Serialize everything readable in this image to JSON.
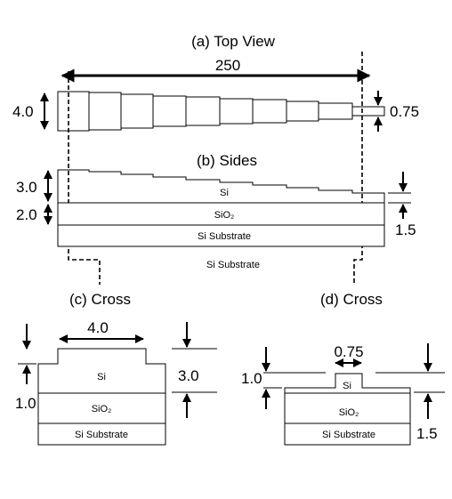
{
  "panel_a": {
    "title": "(a) Top View",
    "length": "250",
    "width_left": "4.0",
    "width_right": "0.75"
  },
  "panel_b": {
    "title": "(b) Sides",
    "si_thickness": "3.0",
    "oxide_thickness": "2.0",
    "tip_thickness": "1.5",
    "layer_si": "Si",
    "layer_oxide": "SiO₂",
    "layer_substrate": "Si Substrate",
    "below_substrate": "Si Substrate"
  },
  "panel_c": {
    "title": "(c) Cross",
    "width": "4.0",
    "height": "3.0",
    "slab": "1.0",
    "layer_si": "Si",
    "layer_oxide": "SiO₂",
    "layer_substrate": "Si Substrate"
  },
  "panel_d": {
    "title": "(d) Cross",
    "width": "0.75",
    "slab": "1.0",
    "height": "1.5",
    "layer_si": "Si",
    "layer_oxide": "SiO₂",
    "layer_substrate": "Si Substrate"
  }
}
